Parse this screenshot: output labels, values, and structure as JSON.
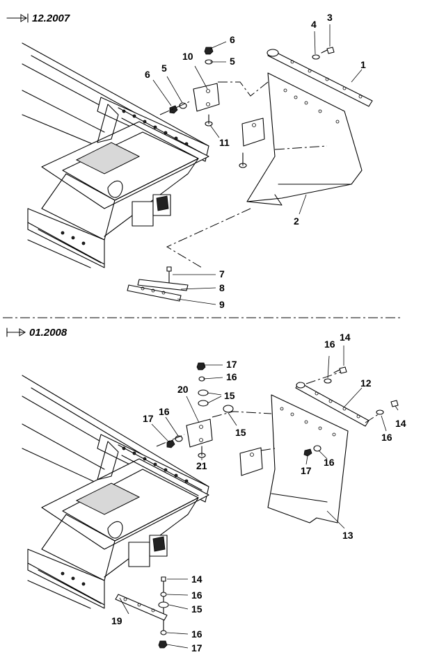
{
  "headers": {
    "top": "12.2007",
    "bottom": "01.2008"
  },
  "labels": {
    "top": [
      "6",
      "5",
      "10",
      "6",
      "5",
      "1",
      "3",
      "4",
      "11",
      "2",
      "7",
      "8",
      "9"
    ],
    "bottom": [
      "16",
      "14",
      "17",
      "16",
      "15",
      "12",
      "20",
      "17",
      "16",
      "15",
      "14",
      "16",
      "21",
      "16",
      "17",
      "13",
      "14",
      "16",
      "15",
      "19",
      "16",
      "17"
    ]
  }
}
